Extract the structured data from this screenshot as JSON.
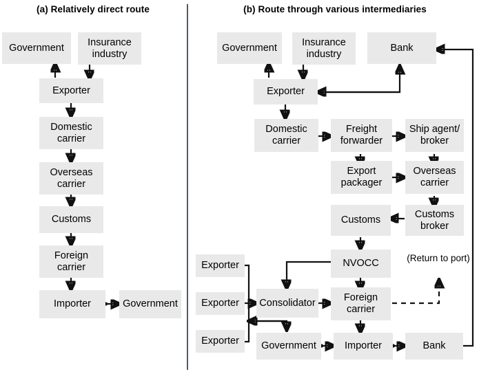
{
  "figure": {
    "panel_a_title": "(a) Relatively direct route",
    "panel_b_title": "(b) Route through various intermediaries",
    "box_fill": "#e9e9e9",
    "divider_color": "#4d5a6b",
    "arrow_color": "#111111"
  },
  "panel_a": {
    "nodes": [
      {
        "id": "a-government-top",
        "label": "Government"
      },
      {
        "id": "a-insurance-industry",
        "label": "Insurance industry"
      },
      {
        "id": "a-exporter",
        "label": "Exporter"
      },
      {
        "id": "a-domestic-carrier",
        "label": "Domestic carrier"
      },
      {
        "id": "a-overseas-carrier",
        "label": "Overseas carrier"
      },
      {
        "id": "a-customs",
        "label": "Customs"
      },
      {
        "id": "a-foreign-carrier",
        "label": "Foreign carrier"
      },
      {
        "id": "a-importer",
        "label": "Importer"
      },
      {
        "id": "a-government-bottom",
        "label": "Government"
      }
    ],
    "edges": [
      {
        "from": "a-exporter",
        "to": "a-government-top",
        "style": "solid",
        "direction": "one-way"
      },
      {
        "from": "a-insurance-industry",
        "to": "a-exporter",
        "style": "solid",
        "direction": "one-way"
      },
      {
        "from": "a-exporter",
        "to": "a-domestic-carrier",
        "style": "solid",
        "direction": "one-way"
      },
      {
        "from": "a-domestic-carrier",
        "to": "a-overseas-carrier",
        "style": "solid",
        "direction": "one-way"
      },
      {
        "from": "a-overseas-carrier",
        "to": "a-customs",
        "style": "solid",
        "direction": "one-way"
      },
      {
        "from": "a-customs",
        "to": "a-foreign-carrier",
        "style": "solid",
        "direction": "one-way"
      },
      {
        "from": "a-foreign-carrier",
        "to": "a-importer",
        "style": "solid",
        "direction": "one-way"
      },
      {
        "from": "a-importer",
        "to": "a-government-bottom",
        "style": "solid",
        "direction": "two-way"
      }
    ]
  },
  "panel_b": {
    "nodes": [
      {
        "id": "b-government-top",
        "label": "Government"
      },
      {
        "id": "b-insurance-industry",
        "label": "Insurance industry"
      },
      {
        "id": "b-bank-top",
        "label": "Bank"
      },
      {
        "id": "b-exporter",
        "label": "Exporter"
      },
      {
        "id": "b-domestic-carrier",
        "label": "Domestic carrier"
      },
      {
        "id": "b-freight-forwarder",
        "label": "Freight forwarder"
      },
      {
        "id": "b-ship-agent-broker",
        "label": "Ship agent/ broker"
      },
      {
        "id": "b-export-packager",
        "label": "Export packager"
      },
      {
        "id": "b-overseas-carrier",
        "label": "Overseas carrier"
      },
      {
        "id": "b-customs",
        "label": "Customs"
      },
      {
        "id": "b-customs-broker",
        "label": "Customs broker"
      },
      {
        "id": "b-nvocc",
        "label": "NVOCC"
      },
      {
        "id": "b-exporter-1",
        "label": "Exporter"
      },
      {
        "id": "b-exporter-2",
        "label": "Exporter"
      },
      {
        "id": "b-exporter-3",
        "label": "Exporter"
      },
      {
        "id": "b-consolidator",
        "label": "Consolidator"
      },
      {
        "id": "b-foreign-carrier",
        "label": "Foreign carrier"
      },
      {
        "id": "b-government-bottom",
        "label": "Government"
      },
      {
        "id": "b-importer",
        "label": "Importer"
      },
      {
        "id": "b-bank-bottom",
        "label": "Bank"
      }
    ],
    "annotations": [
      {
        "id": "b-return-to-port",
        "label": "(Return to port)"
      }
    ],
    "edges": [
      {
        "from": "b-exporter",
        "to": "b-government-top",
        "style": "solid",
        "direction": "one-way"
      },
      {
        "from": "b-insurance-industry",
        "to": "b-exporter",
        "style": "solid",
        "direction": "one-way"
      },
      {
        "from": "b-exporter",
        "to": "b-bank-top",
        "style": "solid",
        "direction": "two-way"
      },
      {
        "from": "b-exporter",
        "to": "b-domestic-carrier",
        "style": "solid",
        "direction": "one-way"
      },
      {
        "from": "b-domestic-carrier",
        "to": "b-freight-forwarder",
        "style": "solid",
        "direction": "one-way"
      },
      {
        "from": "b-freight-forwarder",
        "to": "b-ship-agent-broker",
        "style": "solid",
        "direction": "one-way"
      },
      {
        "from": "b-freight-forwarder",
        "to": "b-export-packager",
        "style": "solid",
        "direction": "one-way"
      },
      {
        "from": "b-ship-agent-broker",
        "to": "b-overseas-carrier",
        "style": "solid",
        "direction": "one-way"
      },
      {
        "from": "b-export-packager",
        "to": "b-overseas-carrier",
        "style": "solid",
        "direction": "one-way"
      },
      {
        "from": "b-overseas-carrier",
        "to": "b-customs-broker",
        "style": "solid",
        "direction": "one-way"
      },
      {
        "from": "b-customs-broker",
        "to": "b-customs",
        "style": "solid",
        "direction": "one-way"
      },
      {
        "from": "b-customs",
        "to": "b-nvocc",
        "style": "solid",
        "direction": "one-way"
      },
      {
        "from": "b-nvocc",
        "to": "b-consolidator",
        "style": "solid",
        "direction": "one-way"
      },
      {
        "from": "b-nvocc",
        "to": "b-foreign-carrier",
        "style": "solid",
        "direction": "one-way"
      },
      {
        "from": "b-exporter-2",
        "to": "b-consolidator",
        "style": "solid",
        "direction": "one-way"
      },
      {
        "from": "b-consolidator",
        "to": "b-foreign-carrier",
        "style": "solid",
        "direction": "one-way"
      },
      {
        "from": "b-foreign-carrier",
        "to": "b-return-to-port",
        "style": "dashed",
        "direction": "one-way"
      },
      {
        "from": "b-foreign-carrier",
        "to": "b-importer",
        "style": "solid",
        "direction": "one-way"
      },
      {
        "from": "b-government-bottom",
        "to": "b-importer",
        "style": "solid",
        "direction": "two-way"
      },
      {
        "from": "b-importer",
        "to": "b-bank-bottom",
        "style": "solid",
        "direction": "two-way"
      },
      {
        "from": "b-bank-bottom",
        "to": "b-bank-top",
        "style": "solid",
        "direction": "one-way"
      },
      {
        "from": "b-exporter-bus",
        "to": "b-government-bottom",
        "style": "solid",
        "direction": "two-way"
      }
    ]
  }
}
